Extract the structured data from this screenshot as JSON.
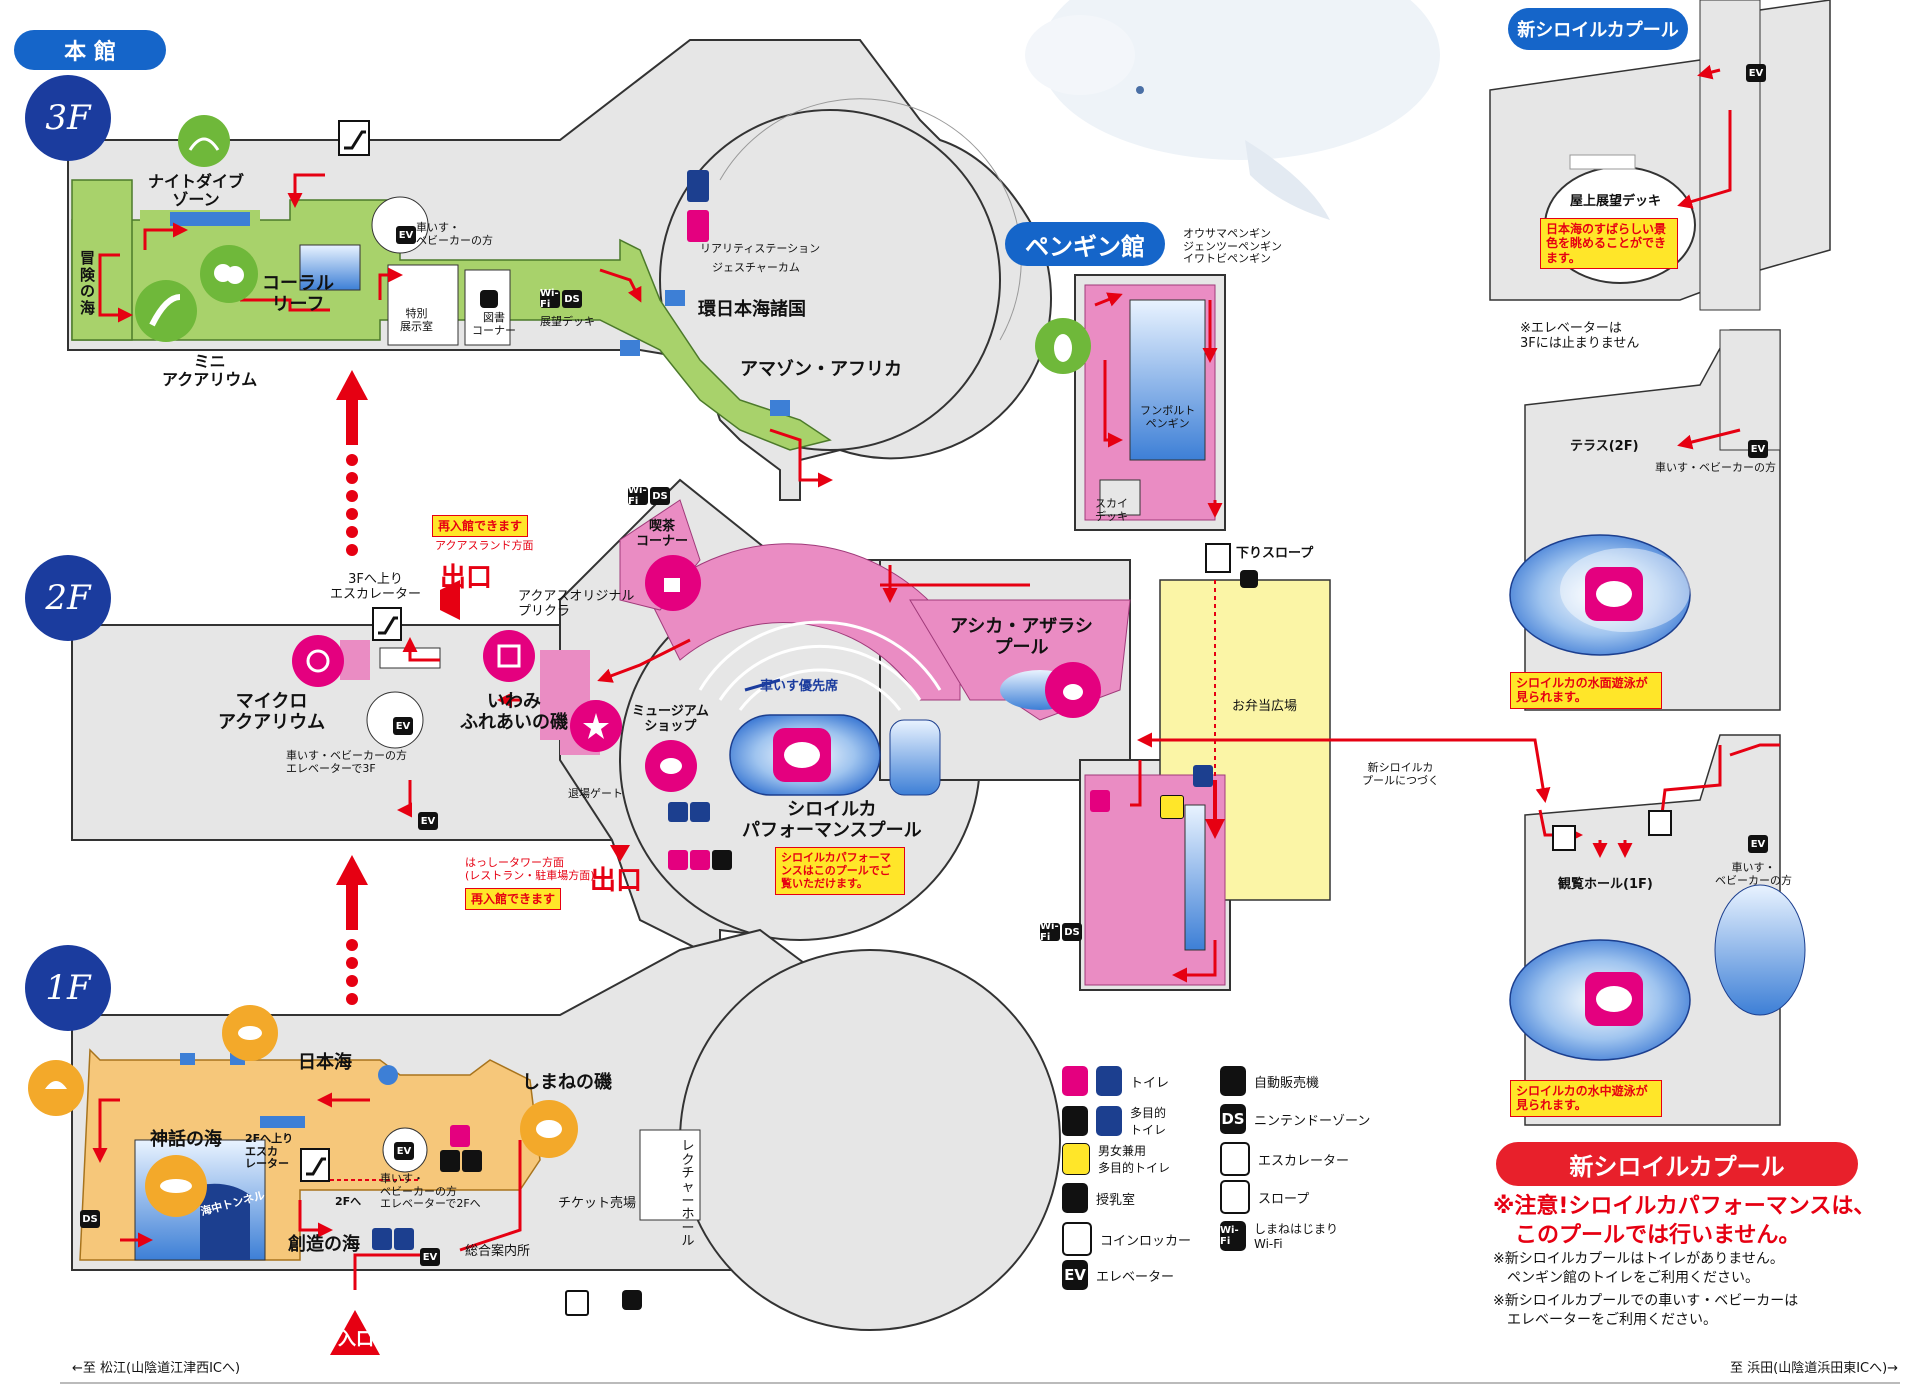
{
  "header": {
    "building_name": "本 館"
  },
  "floors": {
    "f3": "3F",
    "f2": "2F",
    "f1": "1F"
  },
  "floor3": {
    "nightdive_zone": "ナイトダイブ\nゾーン",
    "adventure_sea": "冒\n険\nの\n海",
    "coral_reef": "コーラル\nリーフ",
    "mini_aquarium": "ミニ\nアクアリウム",
    "special_exhibit": "特別\n展示室",
    "library_corner": "図書\nコーナー",
    "observation_deck": "展望デッキ",
    "wheelchair_ev": "車いす・\nベビーカーの方",
    "reality_station": "リアリティステーション",
    "gesture_cam": "ジェスチャーカム",
    "kan_japan_sea": "環日本海諸国",
    "amazon_africa": "アマゾン・アフリカ"
  },
  "floor2": {
    "reentry_top": "再入館できます",
    "aquasland_dir": "アクアスランド方面",
    "exit_top": "出口",
    "escalator_to_3f": "3Fへ上り\nエスカレーター",
    "original_purikura": "アクアスオリジナル\nプリクラ",
    "cafe_corner": "喫茶\nコーナー",
    "micro_aquarium": "マイクロ\nアクアリウム",
    "iwami_shore": "いわみ\nふれあいの磯",
    "museum_shop": "ミュージアム\nショップ",
    "wheelchair_ev_3f": "車いす・ベビーカーの方\nエレベーターで3F",
    "exit_gate": "退場ゲート",
    "wheelchair_priority": "車いす優先席",
    "beluga_pool": "シロイルカ\nパフォーマンスプール",
    "beluga_pool_note": "シロイルカパフォーマンスはこのプールでご覧いただけます。",
    "hassi_dir": "はっしータワー方面\n(レストラン・駐車場方面)",
    "reentry_bottom": "再入館できます",
    "exit_bottom": "出口",
    "sealion_pool": "アシカ・アザラシ\nプール",
    "down_slope": "下りスロープ",
    "lunch_plaza": "お弁当広場",
    "continue_new_pool": "新シロイルカ\nプールにつづく"
  },
  "penguin": {
    "title": "ペンギン館",
    "species": "オウサマペンギン\nジェンツーペンギン\nイワトビペンギン",
    "humboldt": "フンボルト\nペンギン",
    "sky_deck": "スカイ\nデッキ"
  },
  "floor1": {
    "japan_sea": "日本海",
    "shimane_shore": "しまねの磯",
    "myth_sea": "神話の海",
    "escalator_to_2f": "2Fへ上り\nエスカ\nレーター",
    "wheelchair_ev_2f": "車いす・\nベビーカーの方\nエレベーターで2Fへ",
    "to_2f": "2Fへ",
    "sea_tunnel": "海中トンネル",
    "creation_sea": "創造の海",
    "ticket_counter": "チケット売場",
    "lecture_hall": "レクチャーホール",
    "info_center": "総合案内所",
    "entrance": "入口",
    "to_matsue": "←至 松江(山陰道江津西ICへ)",
    "to_hamada": "至 浜田(山陰道浜田東ICへ)→"
  },
  "new_pool": {
    "title": "新シロイルカプール",
    "rooftop_deck": "屋上展望デッキ",
    "rooftop_note": "日本海のすばらしい景色を眺めることができます。",
    "ev_note": "※エレベーターは\n3Fには止まりません",
    "terrace": "テラス(2F)",
    "wheelchair": "車いす・ベビーカーの方",
    "surface_note": "シロイルカの水面遊泳が見られます。",
    "viewing_hall": "観覧ホール(1F)",
    "wheelchair_2": "車いす・\nベビーカーの方",
    "underwater_note": "シロイルカの水中遊泳が見られます。",
    "banner": "新シロイルカプール",
    "warning": "※注意!シロイルカパフォーマンスは、\n　このプールでは行いません。",
    "note1": "※新シロイルカプールはトイレがありません。\n　ペンギン館のトイレをご利用ください。",
    "note2": "※新シロイルカプールでの車いす・ベビーカーは\n　エレベーターをご利用ください。"
  },
  "legend": {
    "toilet": "トイレ",
    "multi_toilet": "多目的\nトイレ",
    "unisex_multi_toilet": "男女兼用\n多目的トイレ",
    "nursing_room": "授乳室",
    "coin_locker": "コインロッカー",
    "elevator": "エレベーター",
    "vending_machine": "自動販売機",
    "nintendo_zone": "ニンテンドーゾーン",
    "escalator": "エスカレーター",
    "slope": "スロープ",
    "wifi": "しまねはじまり\nWi-Fi"
  },
  "icon_codes": {
    "ev": "EV",
    "ds": "DS",
    "wifi": "Wi-Fi"
  },
  "colors": {
    "floor3_area": "#a8d26b",
    "floor2_area": "#ea8cc3",
    "floor1_area": "#f6c77a",
    "route": "#e60012",
    "badge_blue": "#1b3c9e",
    "pill_blue": "#1565c9",
    "lunch_area": "#fbf5a6",
    "pool_blue": "#3d7fd6"
  }
}
